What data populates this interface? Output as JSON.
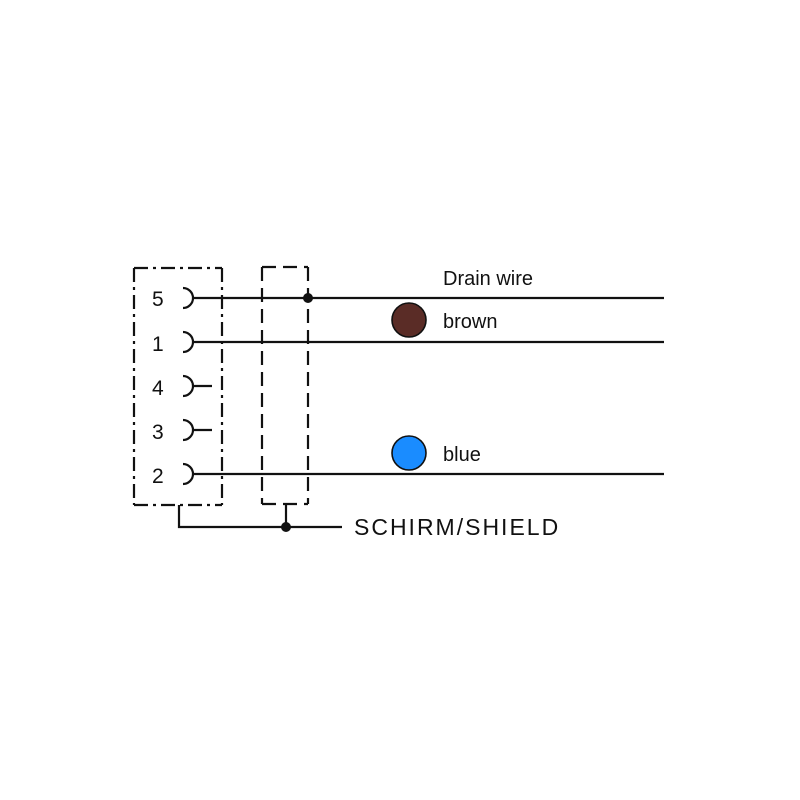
{
  "pins": [
    {
      "number": "5",
      "connected": true
    },
    {
      "number": "1",
      "connected": true
    },
    {
      "number": "4",
      "connected": false
    },
    {
      "number": "3",
      "connected": false
    },
    {
      "number": "2",
      "connected": true
    }
  ],
  "wires": {
    "drain": {
      "label": "Drain wire"
    },
    "brown": {
      "label": "brown",
      "color": "#5a2c26"
    },
    "blue": {
      "label": "blue",
      "color": "#1a8cff"
    }
  },
  "shield": {
    "label": "SCHIRM/SHIELD"
  },
  "colors": {
    "line": "#111111",
    "background": "#ffffff"
  }
}
